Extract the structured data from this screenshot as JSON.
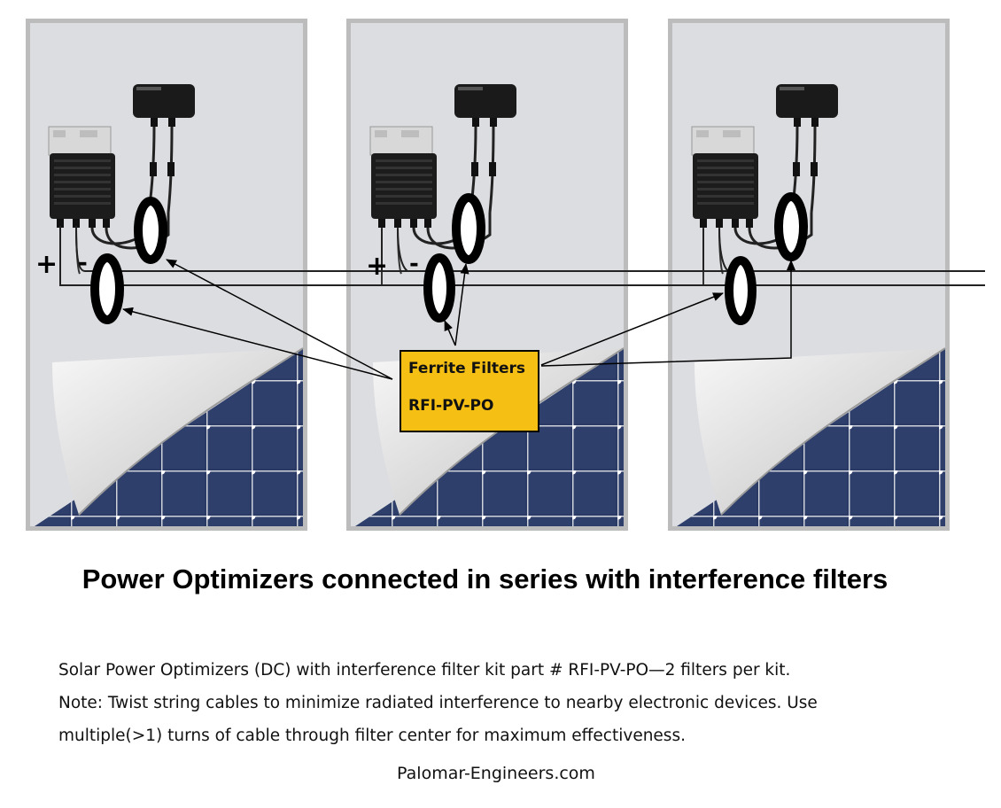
{
  "callout": {
    "line1": "Ferrite Filters",
    "line2": "RFI-PV-PO"
  },
  "title": "Power Optimizers connected in series with interference filters",
  "description": [
    "Solar Power Optimizers (DC) with interference filter kit part # RFI-PV-PO—2 filters per kit.",
    "Note: Twist string cables to minimize radiated interference to nearby electronic devices.  Use",
    "multiple(>1) turns of cable through filter center for maximum effectiveness."
  ],
  "footer": "Palomar-Engineers.com",
  "polarity": {
    "plus": "+",
    "minus": "-"
  },
  "colors": {
    "panel_frame": "#bdbdbd",
    "panel_bg": "#dcdde1",
    "cells": "#2a3a64",
    "callout_fill": "#f5bf13",
    "ferrite": "#000000"
  },
  "icons": [
    "power-optimizer-icon",
    "junction-box-icon",
    "ferrite-filter-icon",
    "solar-cell-grid-icon"
  ]
}
